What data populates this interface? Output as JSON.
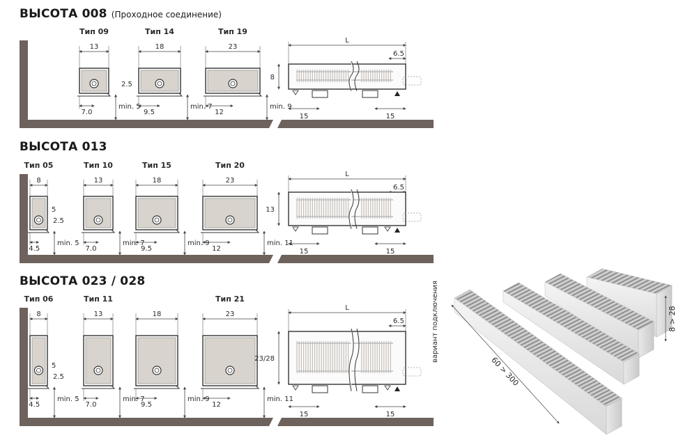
{
  "sections": [
    {
      "title": "ВЫСОТА 008",
      "subtitle": "(Проходное соединение)",
      "height_label": "8",
      "types": [
        {
          "name": "Тип 09",
          "width": "13",
          "offset": "7.0",
          "min": "min. 5"
        },
        {
          "name": "Тип 14",
          "width": "18",
          "offset": "9.5",
          "min": "min. 7"
        },
        {
          "name": "Тип 19",
          "width": "23",
          "offset": "12",
          "min": "min. 9"
        }
      ],
      "gap_label": "2.5",
      "side_h_label": ""
    },
    {
      "title": "ВЫСОТА 013",
      "subtitle": "",
      "height_label": "13",
      "types": [
        {
          "name": "Тип 05",
          "width": "8",
          "offset": "4.5",
          "min": "min. 5"
        },
        {
          "name": "Тип 10",
          "width": "13",
          "offset": "7.0",
          "min": "min. 7"
        },
        {
          "name": "Тип 15",
          "width": "18",
          "offset": "9.5",
          "min": "min. 9"
        },
        {
          "name": "Тип 20",
          "width": "23",
          "offset": "12",
          "min": "min. 11"
        }
      ],
      "gap_label": "2.5",
      "side_h_label": "5"
    },
    {
      "title": "ВЫСОТА 023 / 028",
      "subtitle": "",
      "height_label": "23/28",
      "types": [
        {
          "name": "Тип 06",
          "width": "8",
          "offset": "4.5",
          "min": "min. 5"
        },
        {
          "name": "Тип 11",
          "width": "13",
          "offset": "7.0",
          "min": "min. 7"
        },
        {
          "name": "",
          "width": "18",
          "offset": "9.5",
          "min": "min. 9"
        },
        {
          "name": "Тип 21",
          "width": "23",
          "offset": "12",
          "min": "min. 11"
        }
      ],
      "gap_label": "2.5",
      "side_h_label": "5"
    }
  ],
  "side_view": {
    "length_label": "L",
    "end_label": "6.5",
    "left_dim": "15",
    "right_dim": "15"
  },
  "photo": {
    "length_label": "60 > 300",
    "height_label": "8 > 28",
    "connection_label": "вариант подключения"
  },
  "colors": {
    "wall": "#6e625c",
    "line": "#555555",
    "fin": "#d8d3cd",
    "dim": "#444444"
  }
}
